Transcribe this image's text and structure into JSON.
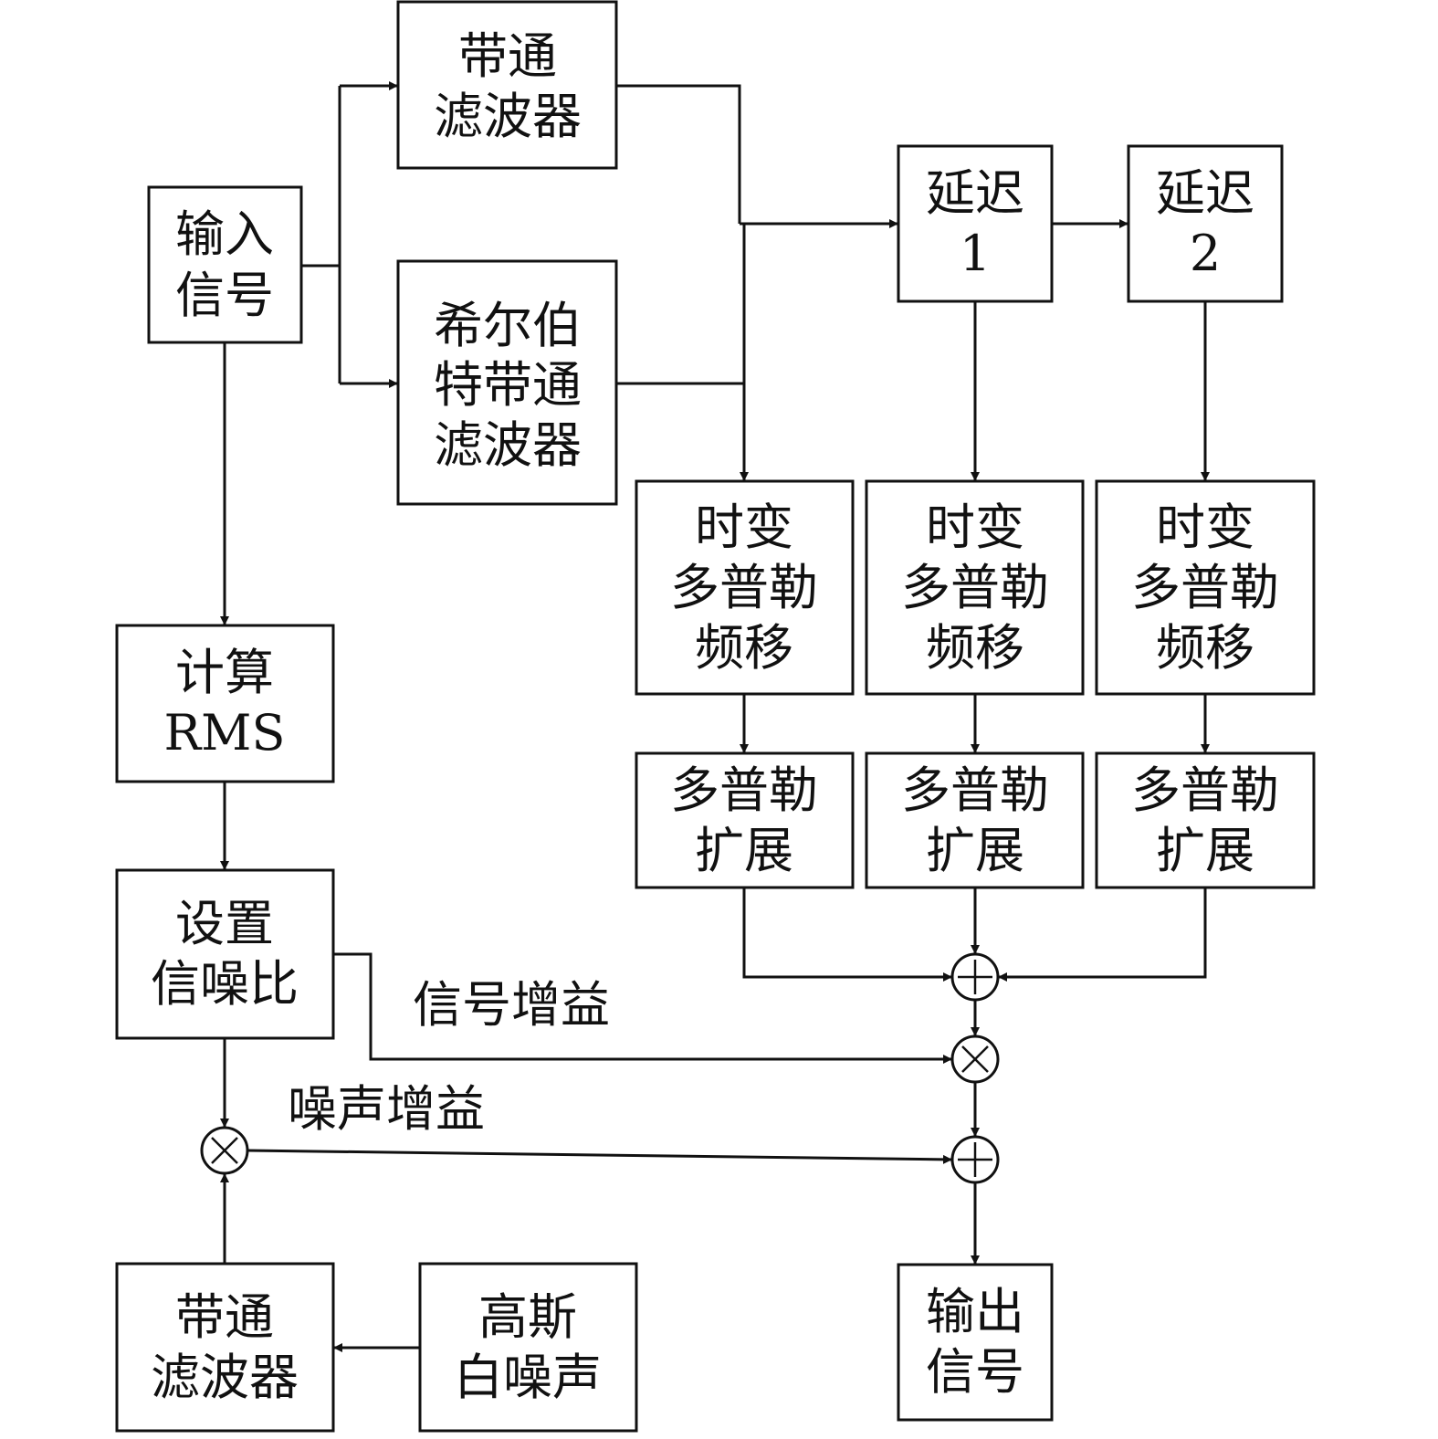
{
  "blocks": {
    "input_signal": [
      "输入",
      "信号"
    ],
    "bandpass_filter_top": [
      "带通",
      "滤波器"
    ],
    "hilbert_bandpass_filter": [
      "希尔伯",
      "特带通",
      "滤波器"
    ],
    "delay_1": [
      "延迟",
      "1"
    ],
    "delay_2": [
      "延迟",
      "2"
    ],
    "doppler_shift": [
      "时变",
      "多普勒",
      "频移"
    ],
    "doppler_spread": [
      "多普勒",
      "扩展"
    ],
    "compute_rms": [
      "计算",
      "RMS"
    ],
    "set_snr": [
      "设置",
      "信噪比"
    ],
    "bandpass_filter_bottom": [
      "带通",
      "滤波器"
    ],
    "gaussian_white_noise": [
      "高斯",
      "白噪声"
    ],
    "output_signal": [
      "输出",
      "信号"
    ]
  },
  "labels": {
    "signal_gain": "信号增益",
    "noise_gain": "噪声增益"
  },
  "operators": {
    "sum": "+",
    "product": "×"
  }
}
